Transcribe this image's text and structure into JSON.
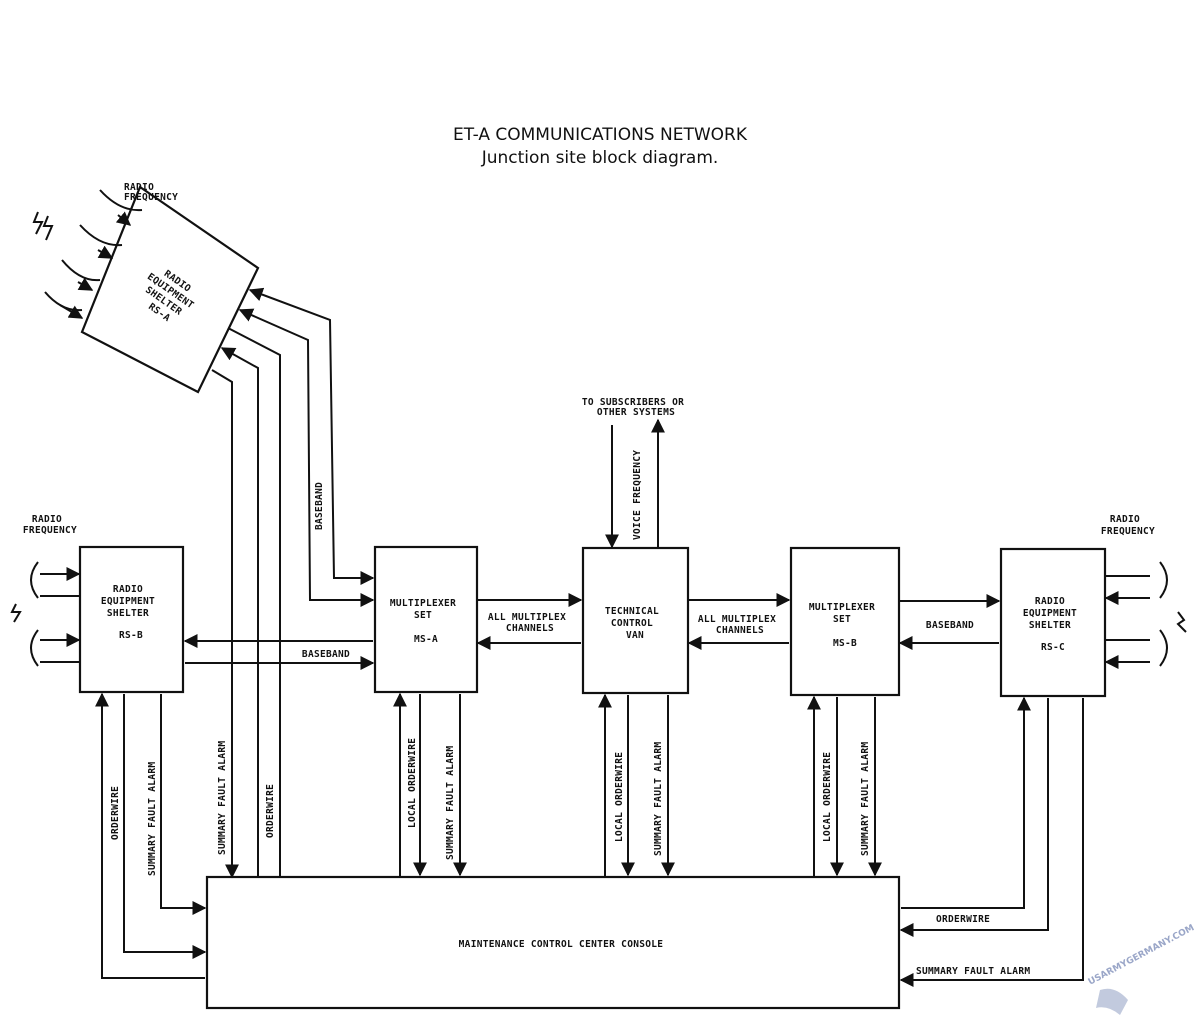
{
  "title": "ET-A COMMUNICATIONS NETWORK",
  "subtitle": "Junction site block diagram.",
  "blocks": {
    "rs_a": [
      "RADIO",
      "EQUIPMENT",
      "SHELTER",
      "RS-A"
    ],
    "rs_b": [
      "RADIO",
      "EQUIPMENT",
      "SHELTER",
      "RS-B"
    ],
    "ms_a": [
      "MULTIPLEXER",
      "SET",
      "MS-A"
    ],
    "tcv": [
      "TECHNICAL",
      "CONTROL",
      "VAN"
    ],
    "ms_b": [
      "MULTIPLEXER",
      "SET",
      "MS-B"
    ],
    "rs_c": [
      "RADIO",
      "EQUIPMENT",
      "SHELTER",
      "RS-C"
    ],
    "mcc": "MAINTENANCE CONTROL CENTER CONSOLE"
  },
  "labels": {
    "radio_frequency_top": [
      "RADIO",
      "FREQUENCY"
    ],
    "radio_frequency_left": [
      "RADIO",
      "FREQUENCY"
    ],
    "radio_frequency_right": [
      "RADIO",
      "FREQUENCY"
    ],
    "to_subscribers": [
      "TO SUBSCRIBERS OR",
      "OTHER SYSTEMS"
    ],
    "voice_frequency": "VOICE FREQUENCY",
    "baseband_diag": "BASEBAND",
    "baseband_left": "BASEBAND",
    "baseband_right": "BASEBAND",
    "all_mux_left": [
      "ALL MULTIPLEX",
      "CHANNELS"
    ],
    "all_mux_right": [
      "ALL MULTIPLEX",
      "CHANNELS"
    ],
    "orderwire_rsb": "ORDERWIRE",
    "sfa_rsb": "SUMMARY FAULT ALARM",
    "sfa_rsa": "SUMMARY FAULT ALARM",
    "orderwire_rsa": "ORDERWIRE",
    "local_ow_msa": "LOCAL ORDERWIRE",
    "sfa_msa": "SUMMARY FAULT ALARM",
    "local_ow_tcv": "LOCAL ORDERWIRE",
    "sfa_tcv": "SUMMARY FAULT ALARM",
    "local_ow_msb": "LOCAL ORDERWIRE",
    "sfa_msb": "SUMMARY FAULT ALARM",
    "orderwire_rsc": "ORDERWIRE",
    "sfa_rsc": "SUMMARY FAULT ALARM"
  },
  "watermark": "USARMYGERMANY.COM"
}
